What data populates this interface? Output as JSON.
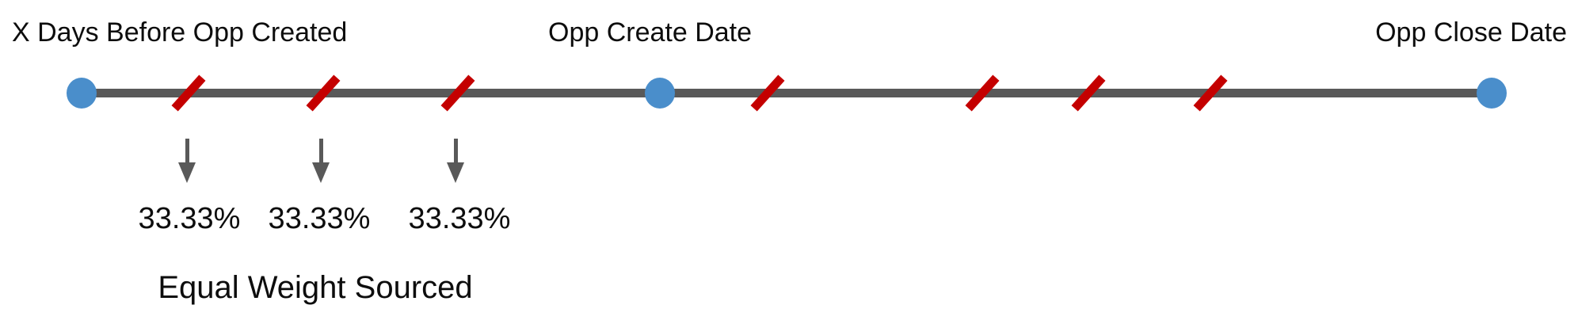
{
  "labels": {
    "start": "X Days Before Opp Created",
    "create": "Opp Create Date",
    "close": "Opp Close Date"
  },
  "weights": [
    "33.33%",
    "33.33%",
    "33.33%"
  ],
  "caption": "Equal Weight Sourced",
  "timeline": {
    "markers": [
      "start",
      "create-date",
      "close-date"
    ],
    "ticks_before_create": 3,
    "ticks_after_create": 4,
    "arrowed_ticks": 3
  },
  "colors": {
    "timeline_line": "#595959",
    "marker_blue": "#4a8ecb",
    "tick_red": "#c40000",
    "arrow_gray": "#595959",
    "text": "#0d0d0d"
  }
}
